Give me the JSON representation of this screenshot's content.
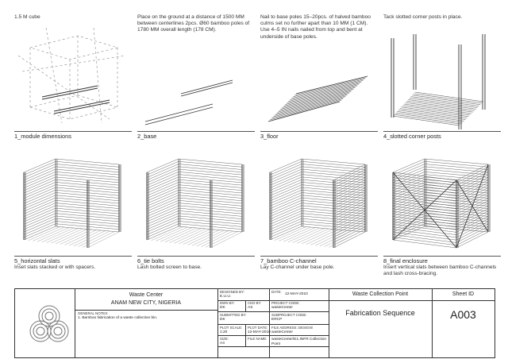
{
  "panels": [
    {
      "note": "1.5 M cube",
      "caption": "1_module dimensions",
      "sub": ""
    },
    {
      "note": "Place on the ground at a distance of 1500 MM between centerlines 2pcs. Ø60 bamboo poles of 1780 MM overall length (178 CM).",
      "caption": "2_base",
      "sub": ""
    },
    {
      "note": "Nail to base poles 15–20pcs. of halved bamboo culms set no further apart than 10 MM (1 CM). Use 4–5 IN nails nailed from top and bent at underside of base poles.",
      "caption": "3_floor",
      "sub": ""
    },
    {
      "note": "Tack slotted corner posts in place.",
      "caption": "4_slotted corner posts",
      "sub": ""
    },
    {
      "note": "",
      "caption": "5_horizontal slats",
      "sub": "Inset slats stacked or with spacers."
    },
    {
      "note": "",
      "caption": "6_tie bolts",
      "sub": "Lash bolted screen to base."
    },
    {
      "note": "",
      "caption": "7_bamboo C-channel",
      "sub": "Lay C-channel under base pole."
    },
    {
      "note": "",
      "caption": "8_final enclosure",
      "sub": "Insert vertical slats between bamboo C-channels and lash cross-bracing."
    }
  ],
  "title_block": {
    "project_name": "Waste Center",
    "location": "ANAM NEW CITY, NIGERIA",
    "general_notes_label": "GENERAL NOTES:",
    "general_notes": "1. Bamboo fabrication of a waste collection bin.",
    "designed_by_label": "DESIGNED BY:",
    "designed_by": "E.U.U.",
    "date_label": "DATE:",
    "date": "12-MAY-2010",
    "dwn_by_label": "DWN BY:",
    "dwn_by": "DK",
    "ckd_by_label": "CKD BY:",
    "ckd_by": "AS",
    "project_code_label": "PROJECT CODE:",
    "project_code": "wasteCenter",
    "submitted_by_label": "SUBMITTED BY:",
    "submitted_by": "DK",
    "subproject_code_label": "SUBPROJECT CODE:",
    "subproject_code": "ERCP",
    "plot_scale_label": "PLOT SCALE:",
    "plot_scale": "1:20",
    "plot_date_label": "PLOT DATE:",
    "plot_date": "12-MAY-2010",
    "file_address_label": "FILE ADDRESS: DESIGN\\",
    "file_address": "wasteCenter",
    "size_label": "SIZE:",
    "size": "A4",
    "file_name_label": "FILE NAME:",
    "file_name": "wasteCenter\\E1.INFR Collection Point",
    "drawing_title": "Waste Collection Point",
    "sheet_title": "Fabrication Sequence",
    "sheet_id_label": "Sheet ID",
    "sheet_id": "A003"
  }
}
